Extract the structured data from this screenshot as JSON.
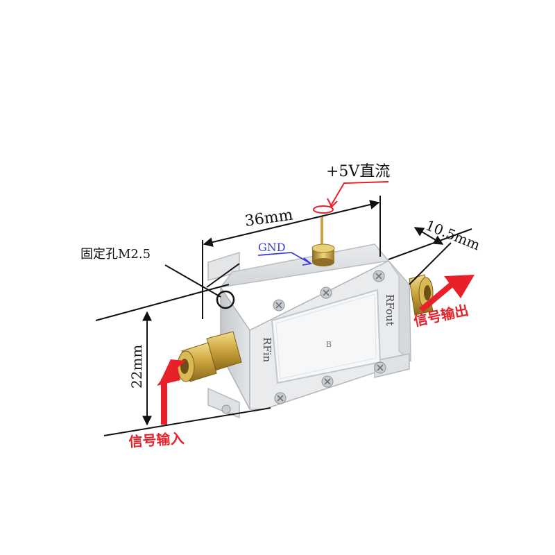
{
  "annotations": {
    "power": "+5V直流",
    "gnd": "GND",
    "mount_hole": "固定孔M2.5",
    "width": "36mm",
    "depth": "10.5mm",
    "height": "22mm",
    "signal_in": "信号输入",
    "signal_out": "信号输出"
  },
  "module_labels": {
    "rf_in": "RFin",
    "rf_out": "RFout",
    "lid_mark": "B"
  },
  "colors": {
    "arrow_red": "#e8202a",
    "gnd_blue": "#3a3ad8",
    "dimension": "#111111",
    "body_metal": "#dcdfe2",
    "lid": "#f6f7f8",
    "connector_gold": "#c9a13a"
  }
}
